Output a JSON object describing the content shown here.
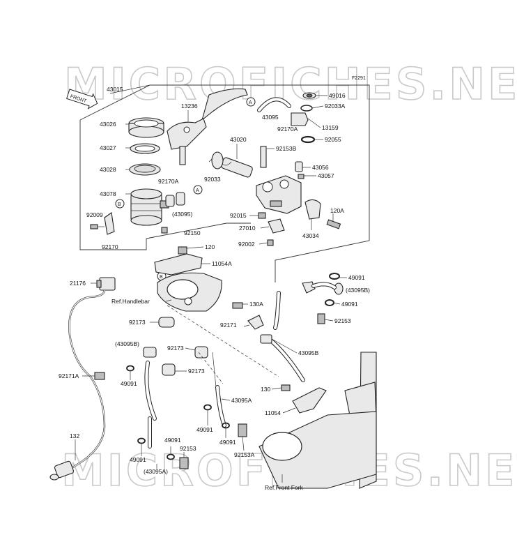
{
  "watermark": "MICROFICHES.NET",
  "figure_code": "F2291",
  "front_badge": "FRONT",
  "ref_labels": {
    "handlebar": "Ref.Handlebar",
    "front_fork": "Ref.Front Fork"
  },
  "markers": {
    "a": "A",
    "b": "B"
  },
  "parts": [
    {
      "id": "p43015",
      "text": "43015"
    },
    {
      "id": "p13236",
      "text": "13236"
    },
    {
      "id": "p43026",
      "text": "43026"
    },
    {
      "id": "p43027",
      "text": "43027"
    },
    {
      "id": "p43028",
      "text": "43028"
    },
    {
      "id": "p43078",
      "text": "43078"
    },
    {
      "id": "p92170A_1",
      "text": "92170A"
    },
    {
      "id": "p43095_p",
      "text": "(43095)"
    },
    {
      "id": "p92009",
      "text": "92009"
    },
    {
      "id": "p92150",
      "text": "92150"
    },
    {
      "id": "p92170",
      "text": "92170"
    },
    {
      "id": "p43020",
      "text": "43020"
    },
    {
      "id": "p92033",
      "text": "92033"
    },
    {
      "id": "p92153B",
      "text": "92153B"
    },
    {
      "id": "p43056",
      "text": "43056"
    },
    {
      "id": "p43057",
      "text": "43057"
    },
    {
      "id": "p92015",
      "text": "92015"
    },
    {
      "id": "p27010",
      "text": "27010"
    },
    {
      "id": "p92002",
      "text": "92002"
    },
    {
      "id": "p43034",
      "text": "43034"
    },
    {
      "id": "p120A",
      "text": "120A"
    },
    {
      "id": "p43095",
      "text": "43095"
    },
    {
      "id": "p92170A_2",
      "text": "92170A"
    },
    {
      "id": "p49016",
      "text": "49016"
    },
    {
      "id": "p92033A",
      "text": "92033A"
    },
    {
      "id": "p13159",
      "text": "13159"
    },
    {
      "id": "p92055",
      "text": "92055"
    },
    {
      "id": "p120",
      "text": "120"
    },
    {
      "id": "p11054A",
      "text": "11054A"
    },
    {
      "id": "p21176",
      "text": "21176"
    },
    {
      "id": "p49091_1",
      "text": "49091"
    },
    {
      "id": "p43095B_1",
      "text": "(43095B)"
    },
    {
      "id": "p49091_2",
      "text": "49091"
    },
    {
      "id": "p92153",
      "text": "92153"
    },
    {
      "id": "p130A",
      "text": "130A"
    },
    {
      "id": "p92171",
      "text": "92171"
    },
    {
      "id": "p43095B",
      "text": "43095B"
    },
    {
      "id": "p92173_1",
      "text": "92173"
    },
    {
      "id": "p43095B_2",
      "text": "(43095B)"
    },
    {
      "id": "p92173_2",
      "text": "92173"
    },
    {
      "id": "p92173_3",
      "text": "92173"
    },
    {
      "id": "p49091_3",
      "text": "49091"
    },
    {
      "id": "p92171A",
      "text": "92171A"
    },
    {
      "id": "p43095A",
      "text": "43095A"
    },
    {
      "id": "p130",
      "text": "130"
    },
    {
      "id": "p11054",
      "text": "11054"
    },
    {
      "id": "p49091_4",
      "text": "49091"
    },
    {
      "id": "p49091_5",
      "text": "49091"
    },
    {
      "id": "p92153A",
      "text": "92153A"
    },
    {
      "id": "p132",
      "text": "132"
    },
    {
      "id": "p49091_6",
      "text": "49091"
    },
    {
      "id": "p49091_7",
      "text": "49091"
    },
    {
      "id": "p92153_2",
      "text": "92153"
    },
    {
      "id": "p43095A_p",
      "text": "(43095A)"
    }
  ]
}
